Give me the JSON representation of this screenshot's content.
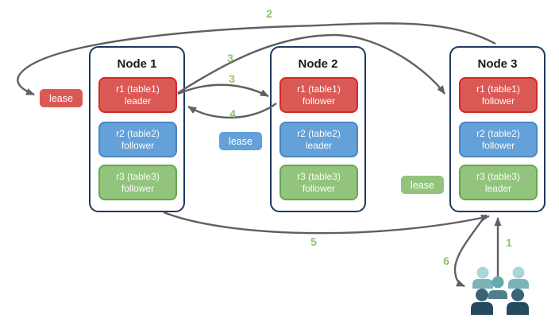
{
  "nodes": [
    {
      "title": "Node 1",
      "ranges": [
        {
          "name": "r1 (table1)",
          "role": "leader",
          "color": "red"
        },
        {
          "name": "r2 (table2)",
          "role": "follower",
          "color": "blue"
        },
        {
          "name": "r3 (table3)",
          "role": "follower",
          "color": "green"
        }
      ]
    },
    {
      "title": "Node 2",
      "ranges": [
        {
          "name": "r1 (table1)",
          "role": "follower",
          "color": "red"
        },
        {
          "name": "r2 (table2)",
          "role": "leader",
          "color": "blue"
        },
        {
          "name": "r3 (table3)",
          "role": "follower",
          "color": "green"
        }
      ]
    },
    {
      "title": "Node 3",
      "ranges": [
        {
          "name": "r1 (table1)",
          "role": "follower",
          "color": "red"
        },
        {
          "name": "r2 (table2)",
          "role": "follower",
          "color": "blue"
        },
        {
          "name": "r3 (table3)",
          "role": "leader",
          "color": "green"
        }
      ]
    }
  ],
  "leases": [
    {
      "label": "lease",
      "color": "red"
    },
    {
      "label": "lease",
      "color": "blue"
    },
    {
      "label": "lease",
      "color": "green"
    }
  ],
  "steps": [
    {
      "n": "2"
    },
    {
      "n": "3"
    },
    {
      "n": "3"
    },
    {
      "n": "4"
    },
    {
      "n": "5"
    },
    {
      "n": "6"
    },
    {
      "n": "1"
    }
  ],
  "icons": {
    "client": "users-group-icon"
  },
  "colors": {
    "red_fill": "#db5955",
    "red_border": "#cf2d27",
    "blue_fill": "#64a1d9",
    "blue_border": "#4a86c2",
    "green_fill": "#93c47d",
    "green_border": "#69a84f",
    "node_border": "#1d3a5f",
    "arrow": "#606062",
    "step_label": "#8fc36f",
    "people_light": "#a9d8da",
    "people_light_body": "#7ab4b9",
    "people_mid_head": "#68a9ae",
    "people_mid_body": "#4f7f8c",
    "people_dark_head": "#3b6375",
    "people_dark_body": "#254a5e"
  }
}
